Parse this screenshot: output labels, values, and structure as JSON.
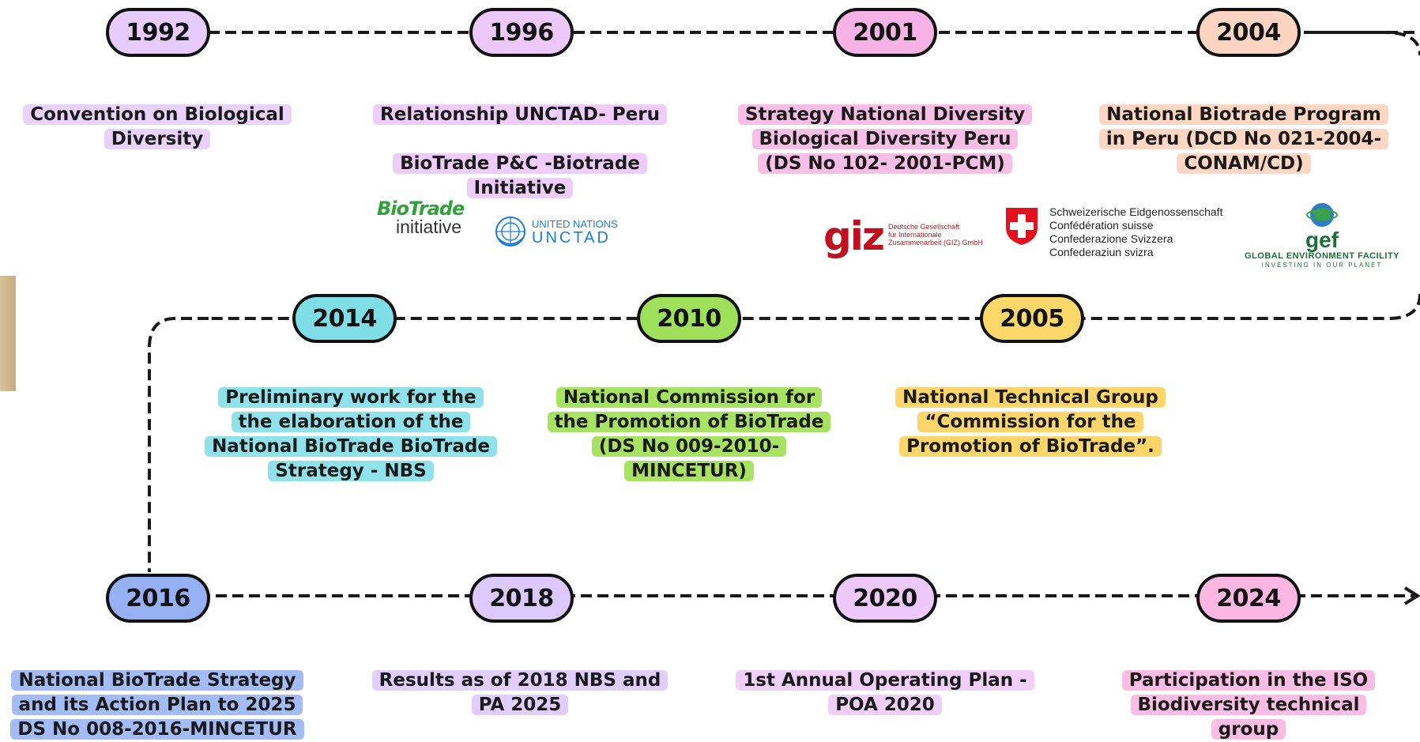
{
  "milestones": [
    {
      "year": "1992",
      "fill": "#e6ccff",
      "caption": [
        "Convention on Biological",
        "Diversity"
      ],
      "caption_bg": "#e9d3fb"
    },
    {
      "year": "1996",
      "fill": "#edc9fb",
      "caption": [
        "Relationship UNCTAD- Peru",
        "",
        "BioTrade P&C -Biotrade",
        "Initiative"
      ],
      "caption_bg": "#efcdfb"
    },
    {
      "year": "2001",
      "fill": "#f7b3e5",
      "caption": [
        "Strategy National Diversity",
        "Biological Diversity Peru",
        "(DS No 102- 2001-PCM)"
      ],
      "caption_bg": "#f8bfe6"
    },
    {
      "year": "2004",
      "fill": "#fdd5c2",
      "caption": [
        "National Biotrade Program",
        "in Peru (DCD No 021-2004-",
        "CONAM/CD)"
      ],
      "caption_bg": "#fdd6c4"
    },
    {
      "year": "2014",
      "fill": "#7fdde6",
      "caption": [
        "Preliminary work for the",
        "the elaboration of the",
        "National BioTrade BioTrade",
        "Strategy - NBS"
      ],
      "caption_bg": "#8fe2ea"
    },
    {
      "year": "2010",
      "fill": "#9ee05a",
      "caption": [
        "National Commission for",
        "the Promotion of BioTrade",
        "(DS No 009-2010-",
        "MINCETUR)"
      ],
      "caption_bg": "#a7e263"
    },
    {
      "year": "2005",
      "fill": "#fcd86a",
      "caption": [
        "National Technical Group",
        "“Commission for the",
        "Promotion of BioTrade”."
      ],
      "caption_bg": "#fcd66a"
    },
    {
      "year": "2016",
      "fill": "#96b1f3",
      "caption": [
        "National BioTrade Strategy",
        "and its Action Plan to 2025",
        "DS No 008-2016-MINCETUR"
      ],
      "caption_bg": "#a4bcf5"
    },
    {
      "year": "2018",
      "fill": "#ddc8fd",
      "caption": [
        "Results as of 2018 NBS and",
        "PA 2025"
      ],
      "caption_bg": "#e2cefd"
    },
    {
      "year": "2020",
      "fill": "#eec9fb",
      "caption": [
        "1st Annual Operating Plan -",
        "POA 2020"
      ],
      "caption_bg": "#f1cffb"
    },
    {
      "year": "2024",
      "fill": "#fbb6e2",
      "caption": [
        "Participation in the ISO",
        "Biodiversity technical",
        "group"
      ],
      "caption_bg": "#fbbde4"
    }
  ],
  "logos": {
    "biotrade": {
      "line1": "BioTrade",
      "line2": "initiative"
    },
    "un": {
      "line1": "UNITED NATIONS",
      "line2": "UNCTAD"
    },
    "giz": {
      "mark": "giz",
      "sub": [
        "Deutsche Gesellschaft",
        "für Internationale",
        "Zusammenarbeit (GIZ) GmbH"
      ]
    },
    "swiss": {
      "lines": [
        "Schweizerische Eidgenossenschaft",
        "Confédération suisse",
        "Confederazione Svizzera",
        "Confederaziun svizra"
      ]
    },
    "gef": {
      "mark": "gef",
      "sub1": "GLOBAL ENVIRONMENT FACILITY",
      "sub2": "INVESTING IN OUR PLANET"
    }
  }
}
